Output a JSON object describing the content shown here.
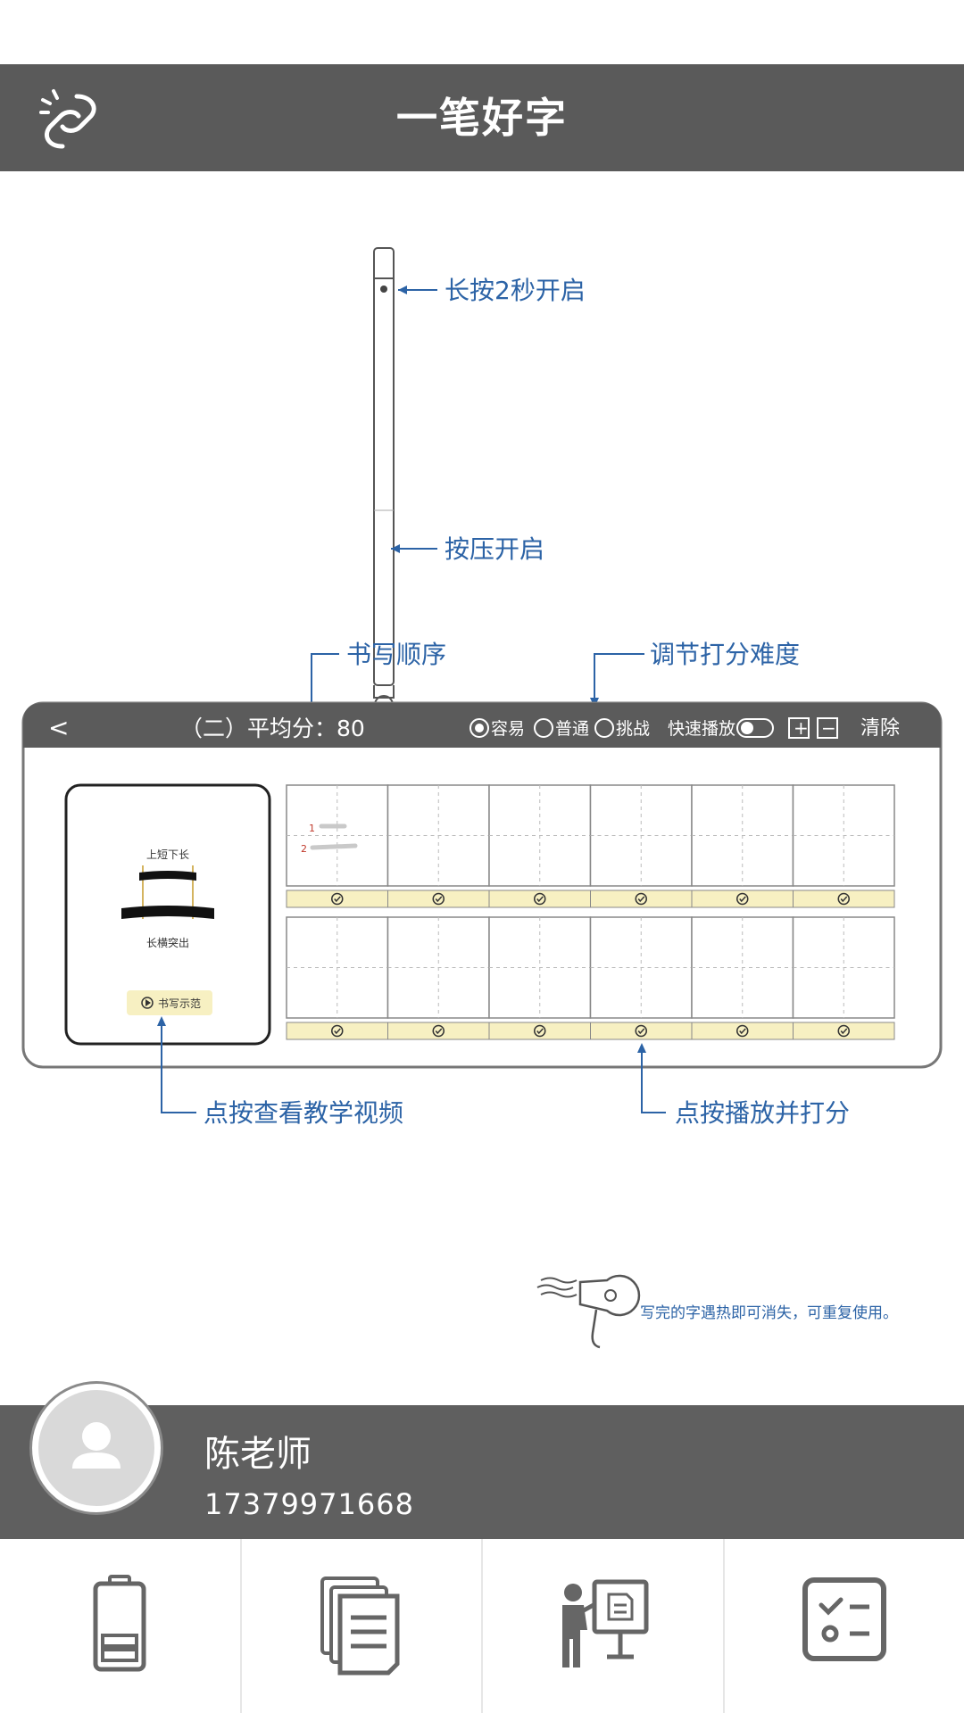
{
  "statusbar": {},
  "header": {
    "title": "一笔好字",
    "left_icon": "link-icon"
  },
  "illustration": {
    "pen_labels": {
      "long_press": "长按2秒开启",
      "press": "按压开启"
    },
    "callouts": {
      "stroke_order": "书写顺序",
      "difficulty": "调节打分难度",
      "video": "点按查看教学视频",
      "play_score": "点按播放并打分"
    },
    "panel": {
      "back_glyph": "<",
      "score_text": "（二）平均分：80",
      "options": [
        "容易",
        "普通",
        "挑战"
      ],
      "fast_play": "快速播放",
      "plus": "+",
      "minus": "−",
      "clear": "清除",
      "char_top_label": "上短下长",
      "character": "二",
      "char_bottom_label": "长横突出",
      "demo_button": "书写示范",
      "stroke_numbers": [
        "1",
        "2"
      ],
      "ghost_char": "二"
    },
    "footnote": "写完的字遇热即可消失，可重复使用。"
  },
  "profile": {
    "name": "陈老师",
    "phone": "17379971668"
  },
  "bottom_nav": [
    {
      "icon": "battery-icon"
    },
    {
      "icon": "documents-icon"
    },
    {
      "icon": "teacher-presentation-icon"
    },
    {
      "icon": "checklist-icon"
    }
  ],
  "colors": {
    "header_bg": "#5a5a5a",
    "accent_blue": "#2c63a6",
    "cell_yellow": "#f7f0c2"
  }
}
